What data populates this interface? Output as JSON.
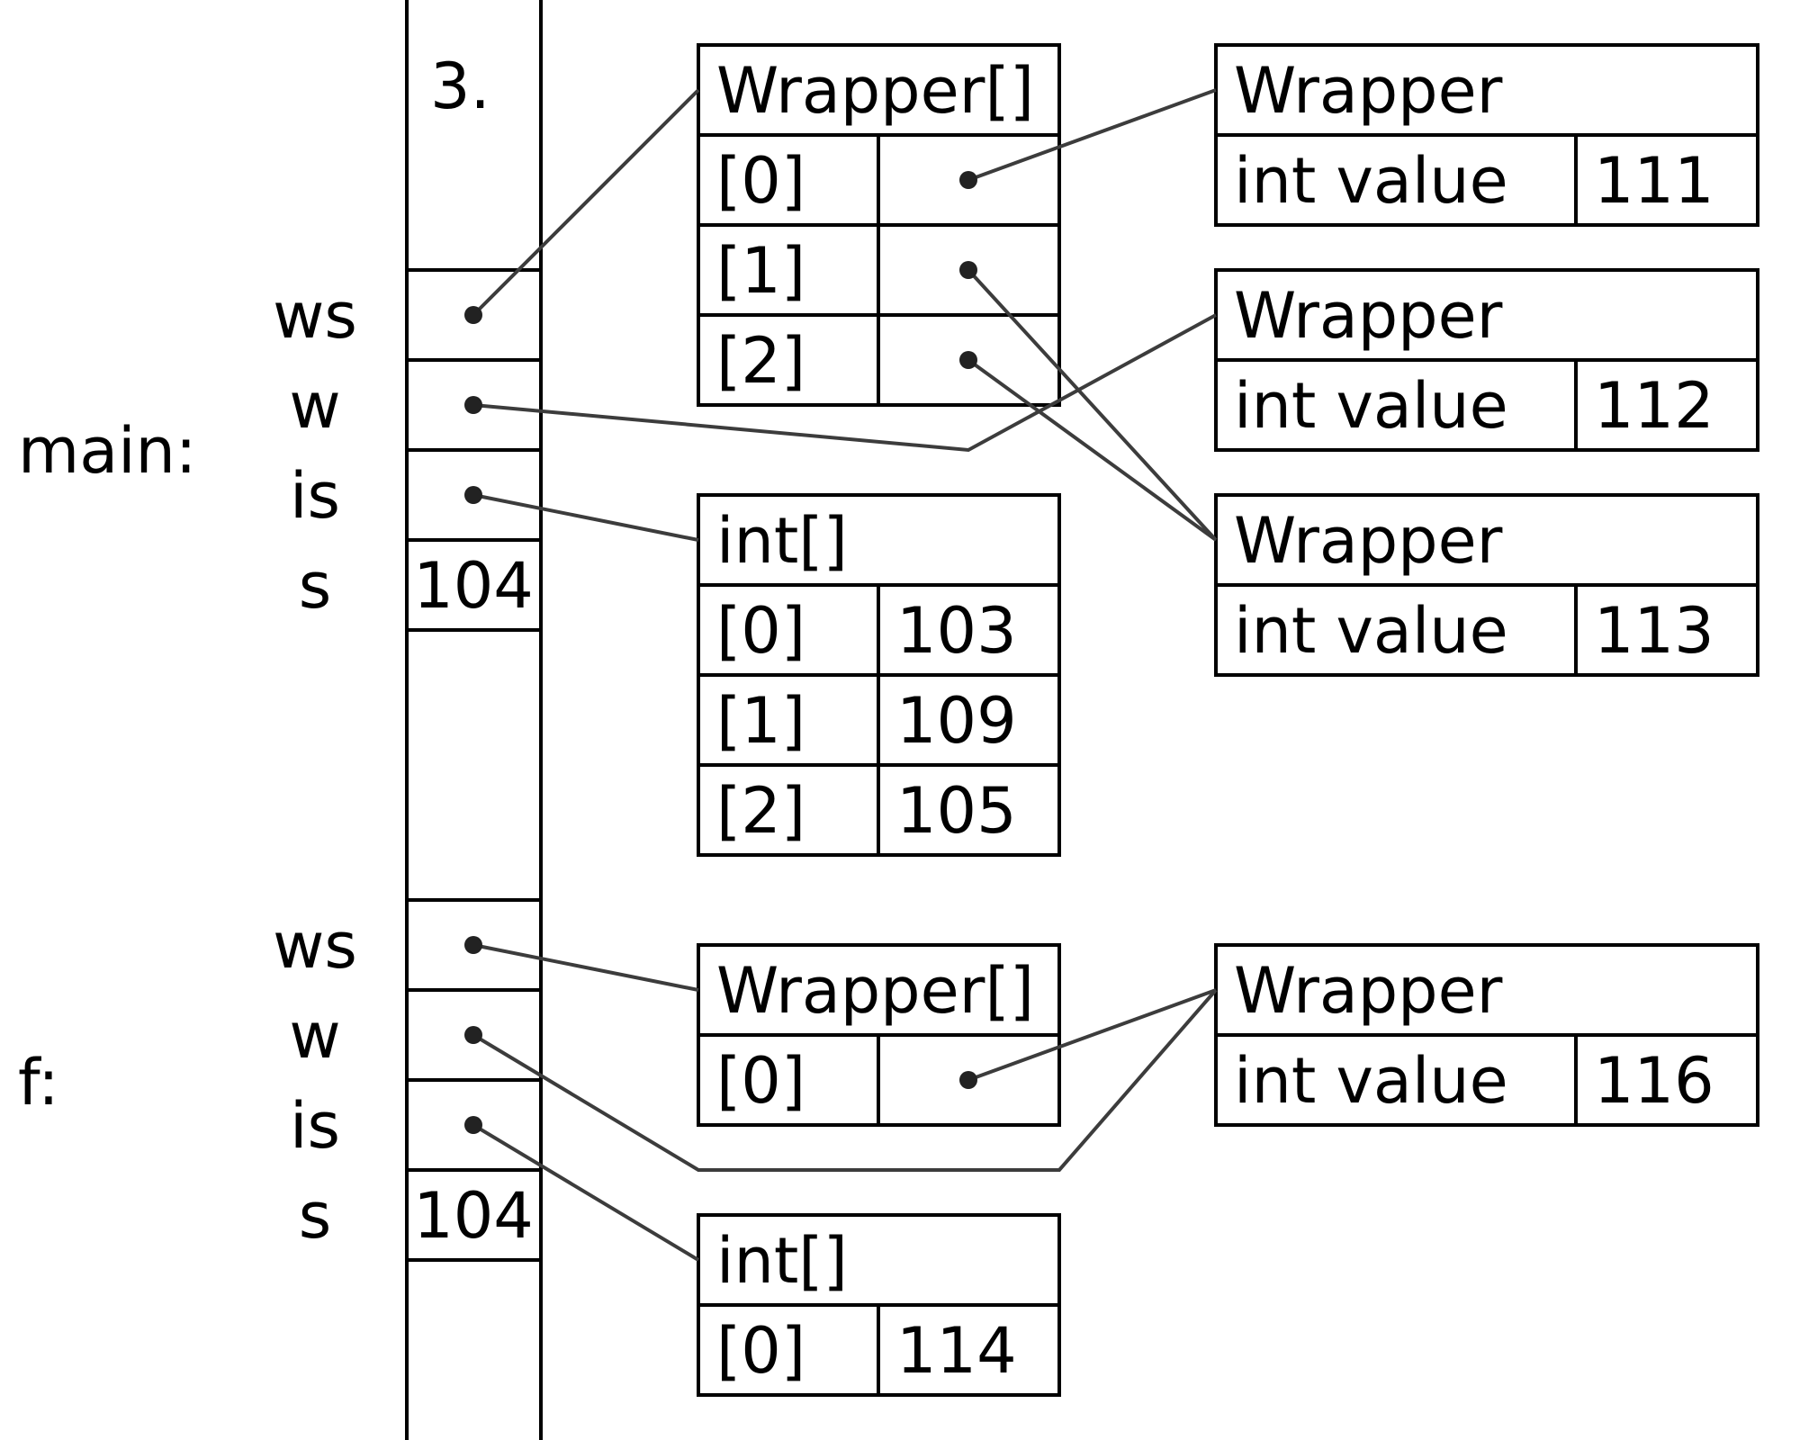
{
  "step_label": "3.",
  "frames": [
    {
      "name": "main:",
      "vars": [
        {
          "name": "ws",
          "value": ""
        },
        {
          "name": "w",
          "value": ""
        },
        {
          "name": "is",
          "value": ""
        },
        {
          "name": "s",
          "value": "104"
        }
      ]
    },
    {
      "name": "f:",
      "vars": [
        {
          "name": "ws",
          "value": ""
        },
        {
          "name": "w",
          "value": ""
        },
        {
          "name": "is",
          "value": ""
        },
        {
          "name": "s",
          "value": "104"
        }
      ]
    }
  ],
  "heap": {
    "wrapper_array_main": {
      "title": "Wrapper[]",
      "rows": [
        {
          "index": "[0]",
          "value": ""
        },
        {
          "index": "[1]",
          "value": ""
        },
        {
          "index": "[2]",
          "value": ""
        }
      ]
    },
    "int_array_main": {
      "title": "int[]",
      "rows": [
        {
          "index": "[0]",
          "value": "103"
        },
        {
          "index": "[1]",
          "value": "109"
        },
        {
          "index": "[2]",
          "value": "105"
        }
      ]
    },
    "wrapper_array_f": {
      "title": "Wrapper[]",
      "rows": [
        {
          "index": "[0]",
          "value": ""
        }
      ]
    },
    "int_array_f": {
      "title": "int[]",
      "rows": [
        {
          "index": "[0]",
          "value": "114"
        }
      ]
    },
    "wrappers": [
      {
        "title": "Wrapper",
        "field": "int value",
        "value": "111"
      },
      {
        "title": "Wrapper",
        "field": "int value",
        "value": "112"
      },
      {
        "title": "Wrapper",
        "field": "int value",
        "value": "113"
      },
      {
        "title": "Wrapper",
        "field": "int value",
        "value": "116"
      }
    ]
  }
}
